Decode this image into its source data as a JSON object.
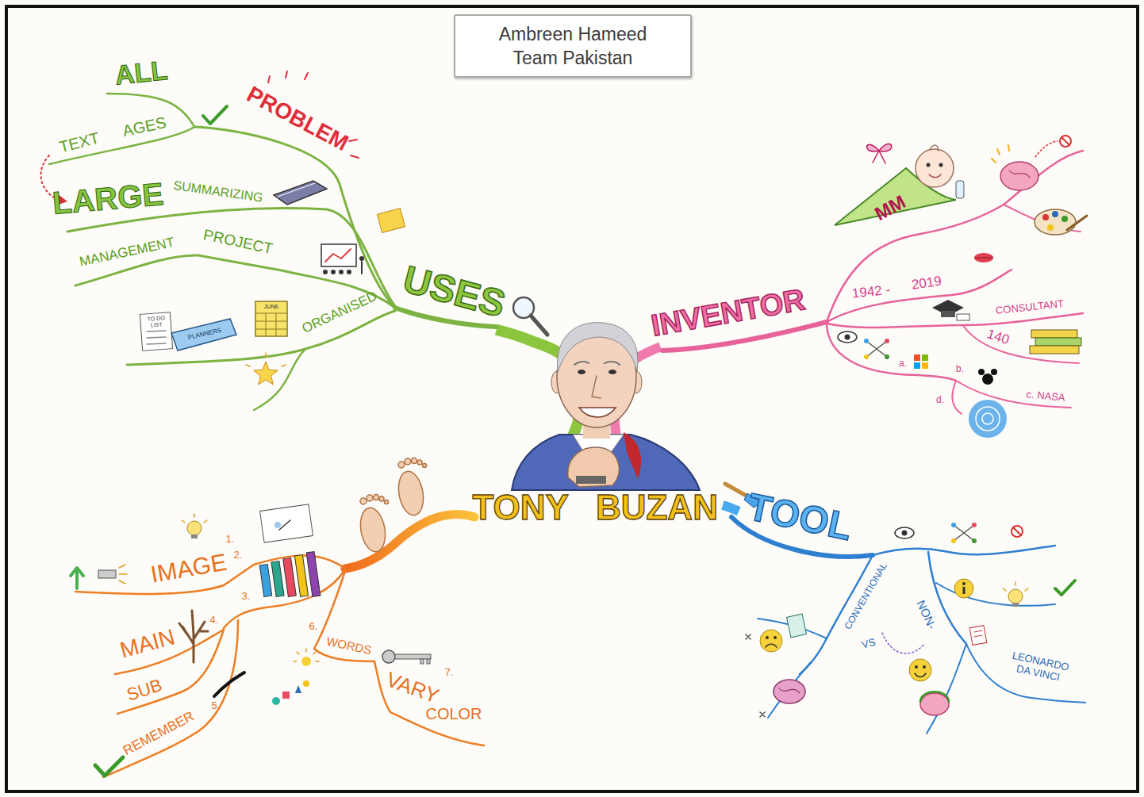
{
  "diagram": {
    "nodes": [
      {
        "text": [
          "Ambreen Hameed Team Pakistan"
        ]
      },
      {
        "text": [
          "TONY",
          "BUZAN"
        ]
      },
      {
        "text": [
          "USES"
        ]
      },
      {
        "text": [
          "INVENTOR"
        ]
      },
      {
        "text": [
          "TOOL"
        ]
      }
    ],
    "edges": [
      {
        "from": 1,
        "to": 2,
        "arrow": "none"
      },
      {
        "from": 1,
        "to": 3,
        "arrow": "none"
      },
      {
        "from": 1,
        "to": 4,
        "arrow": "none"
      }
    ],
    "labels": [
      "ALL",
      "AGES",
      "TEXT",
      "PROBLEM",
      "LARGE",
      "SUMMARIZING",
      "MANAGEMENT",
      "PROJECT",
      "TO DO LIST",
      "PLANNERS",
      "JUNE",
      "ORGANISED",
      "MM",
      "1942 -",
      "2019",
      "CONSULTANT",
      "140",
      "a.",
      "b.",
      "c. NASA",
      "d.",
      "CONVENTIONAL",
      "VS",
      "NON-",
      "LEONARDO DA VINCI",
      "1.",
      "2.",
      "IMAGE",
      "3.",
      "4.",
      "MAIN",
      "SUB",
      "REMEMBER",
      "5.",
      "6.",
      "WORDS",
      "VARY",
      "COLOR",
      "7."
    ]
  }
}
